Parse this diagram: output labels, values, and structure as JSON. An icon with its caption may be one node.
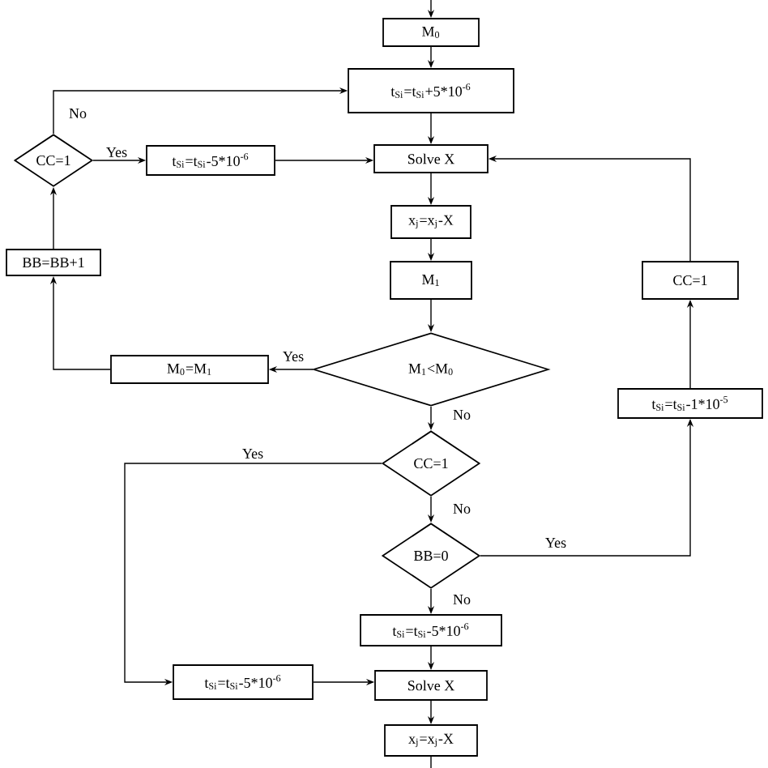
{
  "diagram": {
    "nodes": [
      {
        "text": [
          "M$_{0}$"
        ]
      },
      {
        "text": [
          "t$_{Si}$=t$_{Si}$+5*10$^{-6}$"
        ]
      },
      {
        "text": [
          "CC=1"
        ]
      },
      {
        "text": [
          "t$_{Si}$=t$_{Si}$-5*10$^{-6}$"
        ]
      },
      {
        "text": [
          "Solve X"
        ]
      },
      {
        "text": [
          "x$_{j}$=x$_{j}$-X"
        ]
      },
      {
        "text": [
          "BB=BB+1"
        ]
      },
      {
        "text": [
          "M$_{1}$"
        ]
      },
      {
        "text": [
          "M$_{1}$<M$_{0}$"
        ]
      },
      {
        "text": [
          "M$_{0}$=M$_{1}$"
        ]
      },
      {
        "text": [
          "CC=1"
        ]
      },
      {
        "text": [
          "t$_{Si}$=t$_{Si}$-1*10$^{-5}$"
        ]
      },
      {
        "text": [
          "CC=1"
        ]
      },
      {
        "text": [
          "BB=0"
        ]
      },
      {
        "text": [
          "t$_{Si}$=t$_{Si}$-5*10$^{-6}$"
        ]
      },
      {
        "text": [
          "t$_{Si}$=t$_{Si}$-5*10$^{-6}$"
        ]
      },
      {
        "text": [
          "Solve X"
        ]
      },
      {
        "text": [
          "x$_{j}$=x$_{j}$-X"
        ]
      }
    ],
    "edges": [
      {
        "from": null,
        "to": 0,
        "arrow": "to"
      },
      {
        "from": 0,
        "to": 1,
        "arrow": "to"
      },
      {
        "from": 1,
        "to": 4,
        "arrow": "to"
      },
      {
        "from": 4,
        "to": 5,
        "arrow": "to"
      },
      {
        "from": 5,
        "to": 7,
        "arrow": "to"
      },
      {
        "from": 7,
        "to": 8,
        "arrow": "to"
      },
      {
        "from": 8,
        "to": 9,
        "arrow": "to",
        "label": "Yes"
      },
      {
        "from": 9,
        "to": 6,
        "arrow": "to"
      },
      {
        "from": 6,
        "to": 2,
        "arrow": "to"
      },
      {
        "from": 2,
        "to": 3,
        "arrow": "to",
        "label": "Yes"
      },
      {
        "from": 3,
        "to": 4,
        "arrow": "to"
      },
      {
        "from": 2,
        "to": 1,
        "arrow": "to",
        "label": "No"
      },
      {
        "from": 8,
        "to": 12,
        "arrow": "to",
        "label": "No"
      },
      {
        "from": 12,
        "to": 15,
        "arrow": "to",
        "label": "Yes"
      },
      {
        "from": 12,
        "to": 13,
        "arrow": "to",
        "label": "No"
      },
      {
        "from": 13,
        "to": 11,
        "arrow": "to",
        "label": "Yes"
      },
      {
        "from": 11,
        "to": 10,
        "arrow": "to"
      },
      {
        "from": 10,
        "to": 4,
        "arrow": "to"
      },
      {
        "from": 13,
        "to": 14,
        "arrow": "to",
        "label": "No"
      },
      {
        "from": 14,
        "to": 16,
        "arrow": "to"
      },
      {
        "from": 15,
        "to": 16,
        "arrow": "to"
      },
      {
        "from": 16,
        "to": 17,
        "arrow": "to"
      },
      {
        "from": 17,
        "to": null,
        "arrow": "none"
      }
    ]
  }
}
